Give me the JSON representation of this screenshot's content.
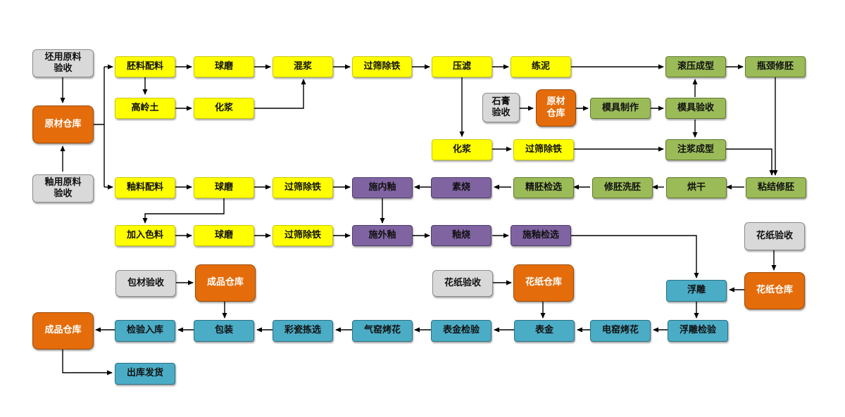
{
  "nodes": {
    "raw_body_check": "坯用原料\n验收",
    "raw_warehouse": "原材仓库",
    "glaze_raw_check": "釉用原料\n验收",
    "body_batching": "胚料配料",
    "ball_mill_1": "球磨",
    "mix_slurry": "混浆",
    "sieve_iron_1": "过筛除铁",
    "press_filter": "压滤",
    "pug_mill": "练泥",
    "roll_forming": "滚压成型",
    "bottle_neck_trim": "瓶颈修胚",
    "kaolin": "高岭土",
    "slurry_1": "化浆",
    "gypsum_check": "石膏\n验收",
    "raw_warehouse_2": "原材\n仓库",
    "mold_making": "模具制作",
    "mold_check": "模具验收",
    "slurry_2": "化浆",
    "sieve_iron_2": "过筛除铁",
    "slip_casting": "注浆成型",
    "glaze_batching": "釉料配料",
    "ball_mill_2": "球磨",
    "sieve_iron_3": "过筛除铁",
    "inner_glaze": "施内釉",
    "bisque_firing": "素烧",
    "fine_body_select": "精胚检选",
    "trim_wash": "修胚洗胚",
    "drying": "烘干",
    "bond_trim": "粘结修胚",
    "add_pigment": "加入色料",
    "ball_mill_3": "球磨",
    "sieve_iron_4": "过筛除铁",
    "outer_glaze": "施外釉",
    "glaze_firing": "釉烧",
    "glaze_check": "施釉检选",
    "decal_check_1": "花纸验收",
    "packing_check": "包材验收",
    "finished_warehouse_1": "成品仓库",
    "decal_check_2": "花纸验收",
    "decal_warehouse_1": "花纸仓库",
    "relief": "浮雕",
    "decal_warehouse_2": "花纸仓库",
    "finished_warehouse_2": "成品仓库",
    "inspect_store": "检验入库",
    "packing": "包装",
    "color_sort": "彩瓷拣选",
    "gas_kiln": "气窑烤花",
    "gilding_check": "表金检验",
    "gilding": "表金",
    "electric_kiln": "电窑烤花",
    "relief_check": "浮雕检验",
    "shipping": "出库发货"
  },
  "colors": {
    "yellow": "#ffff00",
    "gray": "#d9d9d9",
    "orange": "#e46c0a",
    "green": "#9bbb59",
    "purple": "#8064a2",
    "blue": "#4bacc6",
    "arrow": "#000000"
  }
}
